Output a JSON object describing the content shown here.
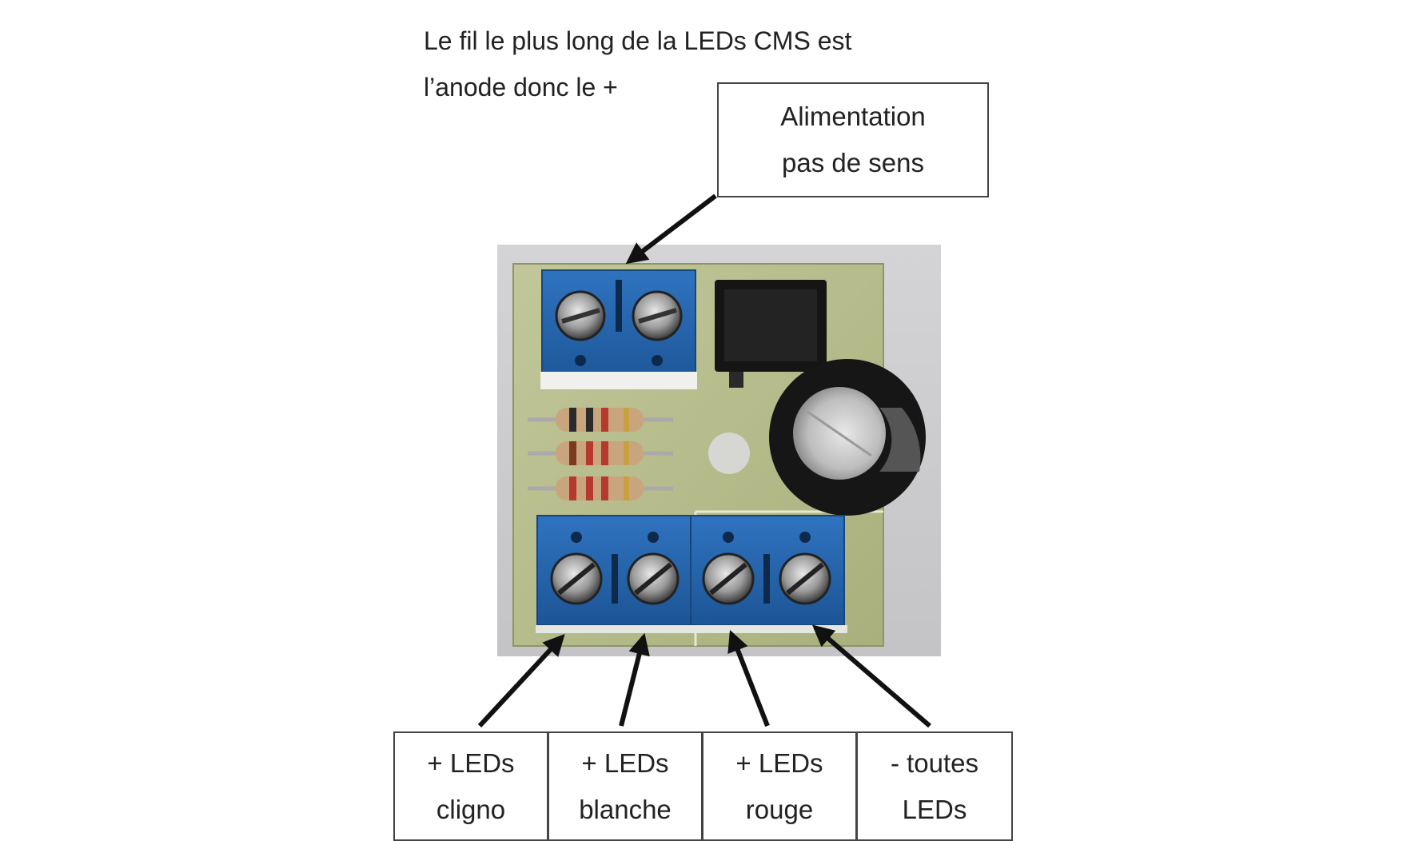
{
  "note": {
    "line1": "Le fil le plus long de la LEDs CMS est",
    "line2": "l’anode donc le +"
  },
  "power_label": {
    "line1": "Alimentation",
    "line2": "pas de sens"
  },
  "terminals": [
    {
      "line1": "+ LEDs",
      "line2": "cligno"
    },
    {
      "line1": "+ LEDs",
      "line2": "blanche"
    },
    {
      "line1": "+ LEDs",
      "line2": "rouge"
    },
    {
      "line1": "- toutes",
      "line2": "LEDs"
    }
  ]
}
